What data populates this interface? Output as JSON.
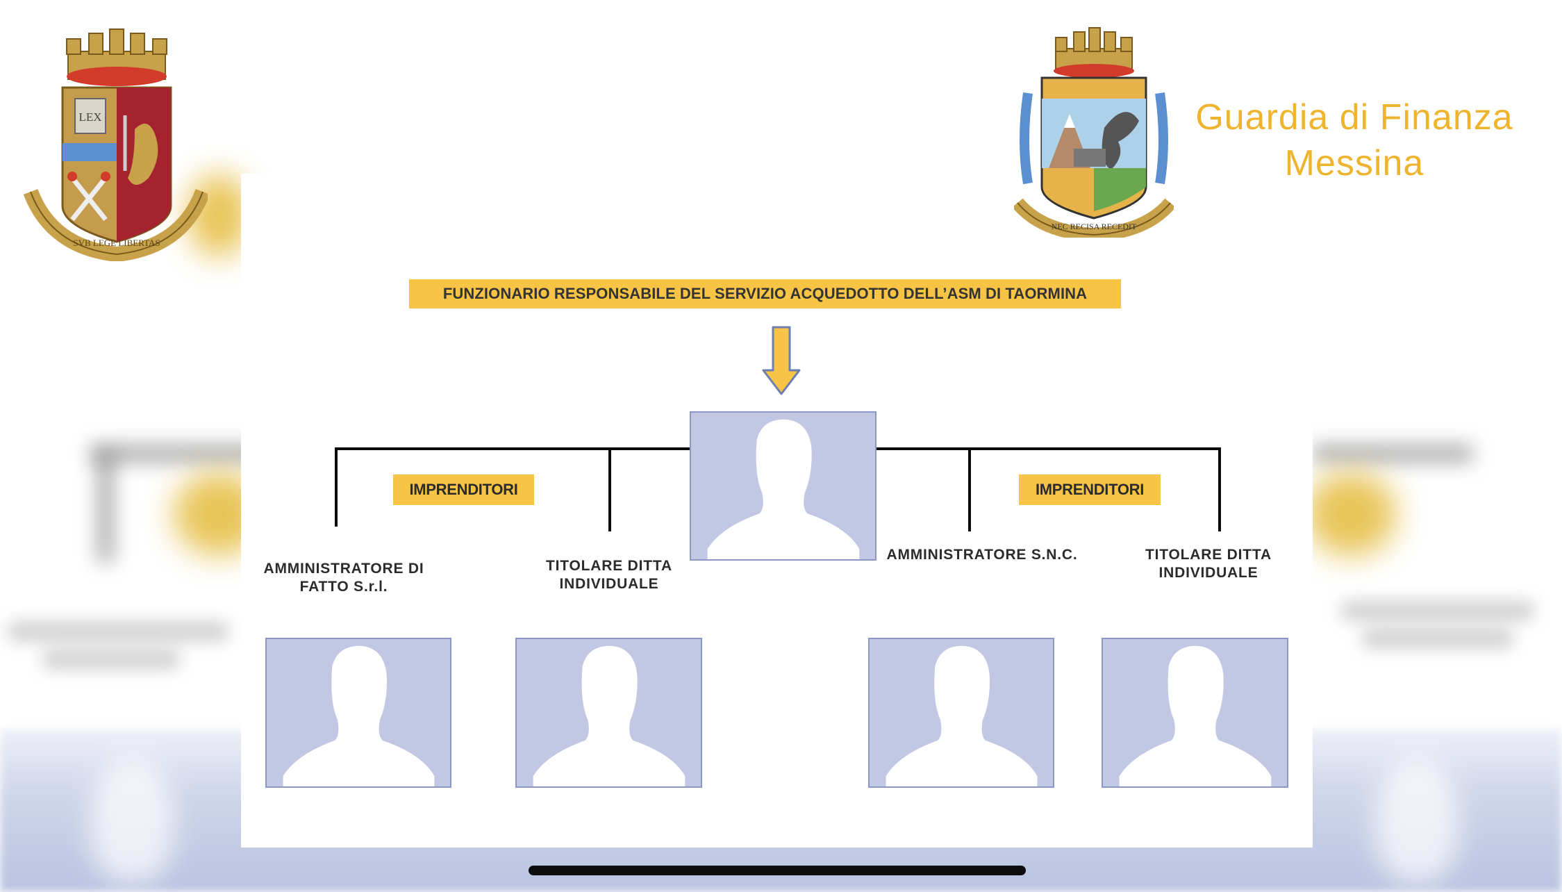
{
  "header": {
    "org_name_line1": "Guardia di Finanza",
    "org_name_line2": "Messina",
    "left_emblem": {
      "name": "polizia-di-stato-emblem",
      "book_text": "LEX",
      "motto": "SVB LEGE LIBERTAS"
    },
    "right_emblem": {
      "name": "guardia-di-finanza-emblem",
      "motto": "NEC RECISA RECEDIT"
    }
  },
  "diagram": {
    "title": "FUNZIONARIO RESPONSABILE DEL SERVIZIO ACQUEDOTTO DELL’ASM DI TAORMINA",
    "group_left": "IMPRENDITORI",
    "group_right": "IMPRENDITORI",
    "persons": [
      {
        "role": "AMMINISTRATORE  DI\nFATTO S.r.l."
      },
      {
        "role": "TITOLARE DITTA\nINDIVIDUALE"
      },
      {
        "role": "AMMINISTRATORE  S.N.C."
      },
      {
        "role": "TITOLARE DITTA\nINDIVIDUALE"
      }
    ]
  },
  "colors": {
    "accent_gold": "#f8c445",
    "photo_bg": "#c2c8e3",
    "text_gold": "#efb42e"
  }
}
